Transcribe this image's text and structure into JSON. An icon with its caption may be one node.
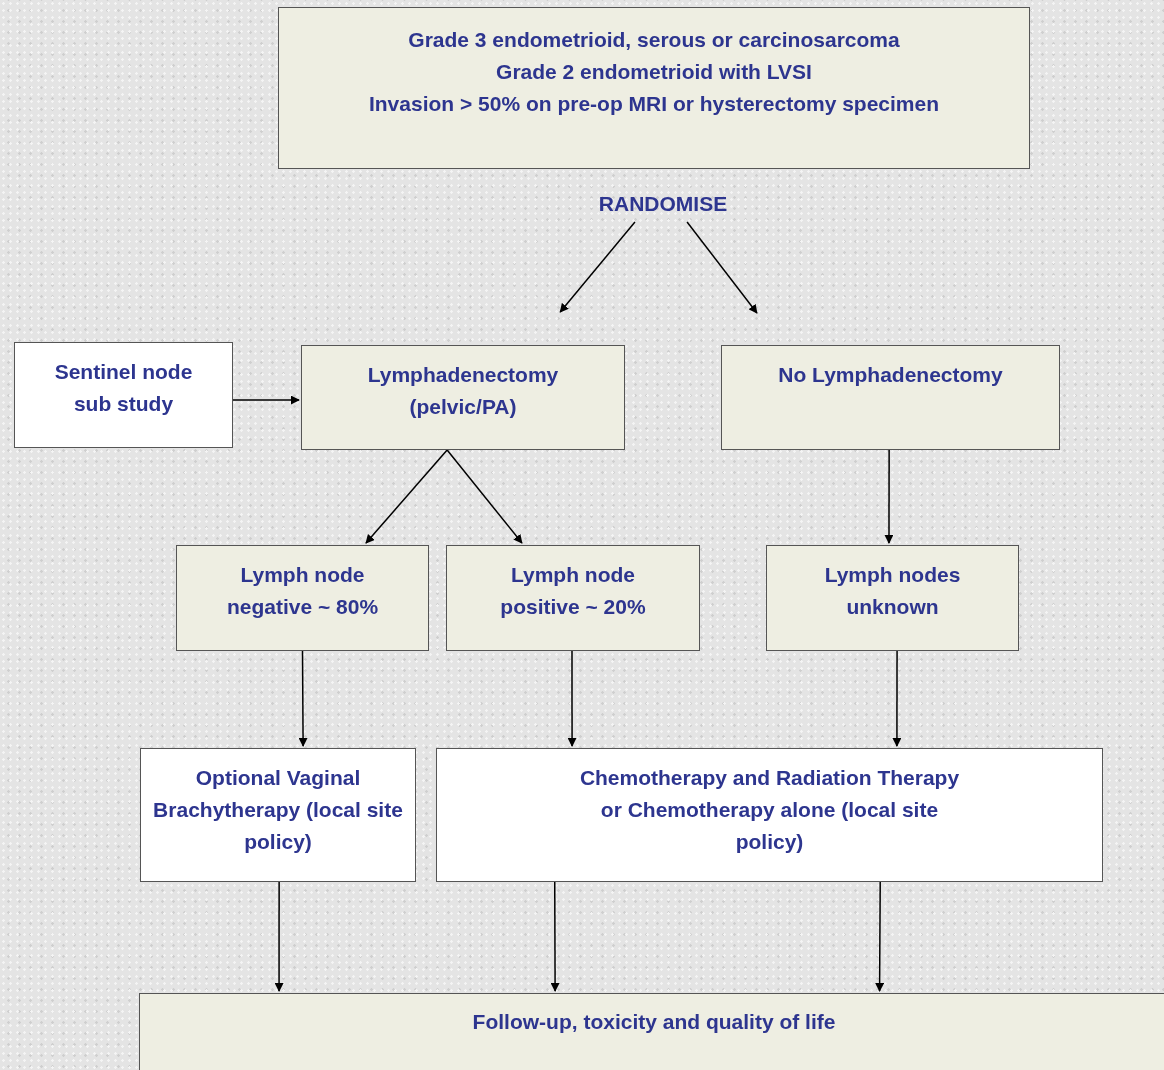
{
  "diagram": {
    "nodes": [
      {
        "text": [
          "Grade 3 endometrioid, serous or carcinosarcoma",
          "Grade 2 endometrioid with LVSI",
          "Invasion > 50% on pre-op MRI or hysterectomy specimen"
        ]
      },
      {
        "text": [
          "RANDOMISE"
        ]
      },
      {
        "text": [
          "Sentinel node sub study"
        ]
      },
      {
        "text": [
          "Lymphadenectomy (pelvic/PA)"
        ]
      },
      {
        "text": [
          "No Lymphadenectomy"
        ]
      },
      {
        "text": [
          "Lymph node negative ~ 80%"
        ]
      },
      {
        "text": [
          "Lymph node positive ~ 20%"
        ]
      },
      {
        "text": [
          "Lymph nodes unknown"
        ]
      },
      {
        "text": [
          "Optional Vaginal Brachytherapy  (local site policy)"
        ]
      },
      {
        "text": [
          "Chemotherapy and Radiation Therapy or Chemotherapy alone (local site policy)"
        ]
      },
      {
        "text": [
          "Follow-up, toxicity and quality of life"
        ]
      }
    ],
    "edges": [
      {
        "from": 1,
        "to": 3,
        "arrow": "to"
      },
      {
        "from": 1,
        "to": 4,
        "arrow": "to"
      },
      {
        "from": 2,
        "to": 3,
        "arrow": "to"
      },
      {
        "from": 3,
        "to": 5,
        "arrow": "to"
      },
      {
        "from": 3,
        "to": 6,
        "arrow": "to"
      },
      {
        "from": 4,
        "to": 7,
        "arrow": "to"
      },
      {
        "from": 5,
        "to": 8,
        "arrow": "to"
      },
      {
        "from": 6,
        "to": 9,
        "arrow": "to"
      },
      {
        "from": 7,
        "to": 9,
        "arrow": "to"
      },
      {
        "from": 8,
        "to": 10,
        "arrow": "to"
      },
      {
        "from": 9,
        "to": 10,
        "arrow": "to"
      },
      {
        "from": 9,
        "to": 10,
        "arrow": "to"
      }
    ]
  }
}
